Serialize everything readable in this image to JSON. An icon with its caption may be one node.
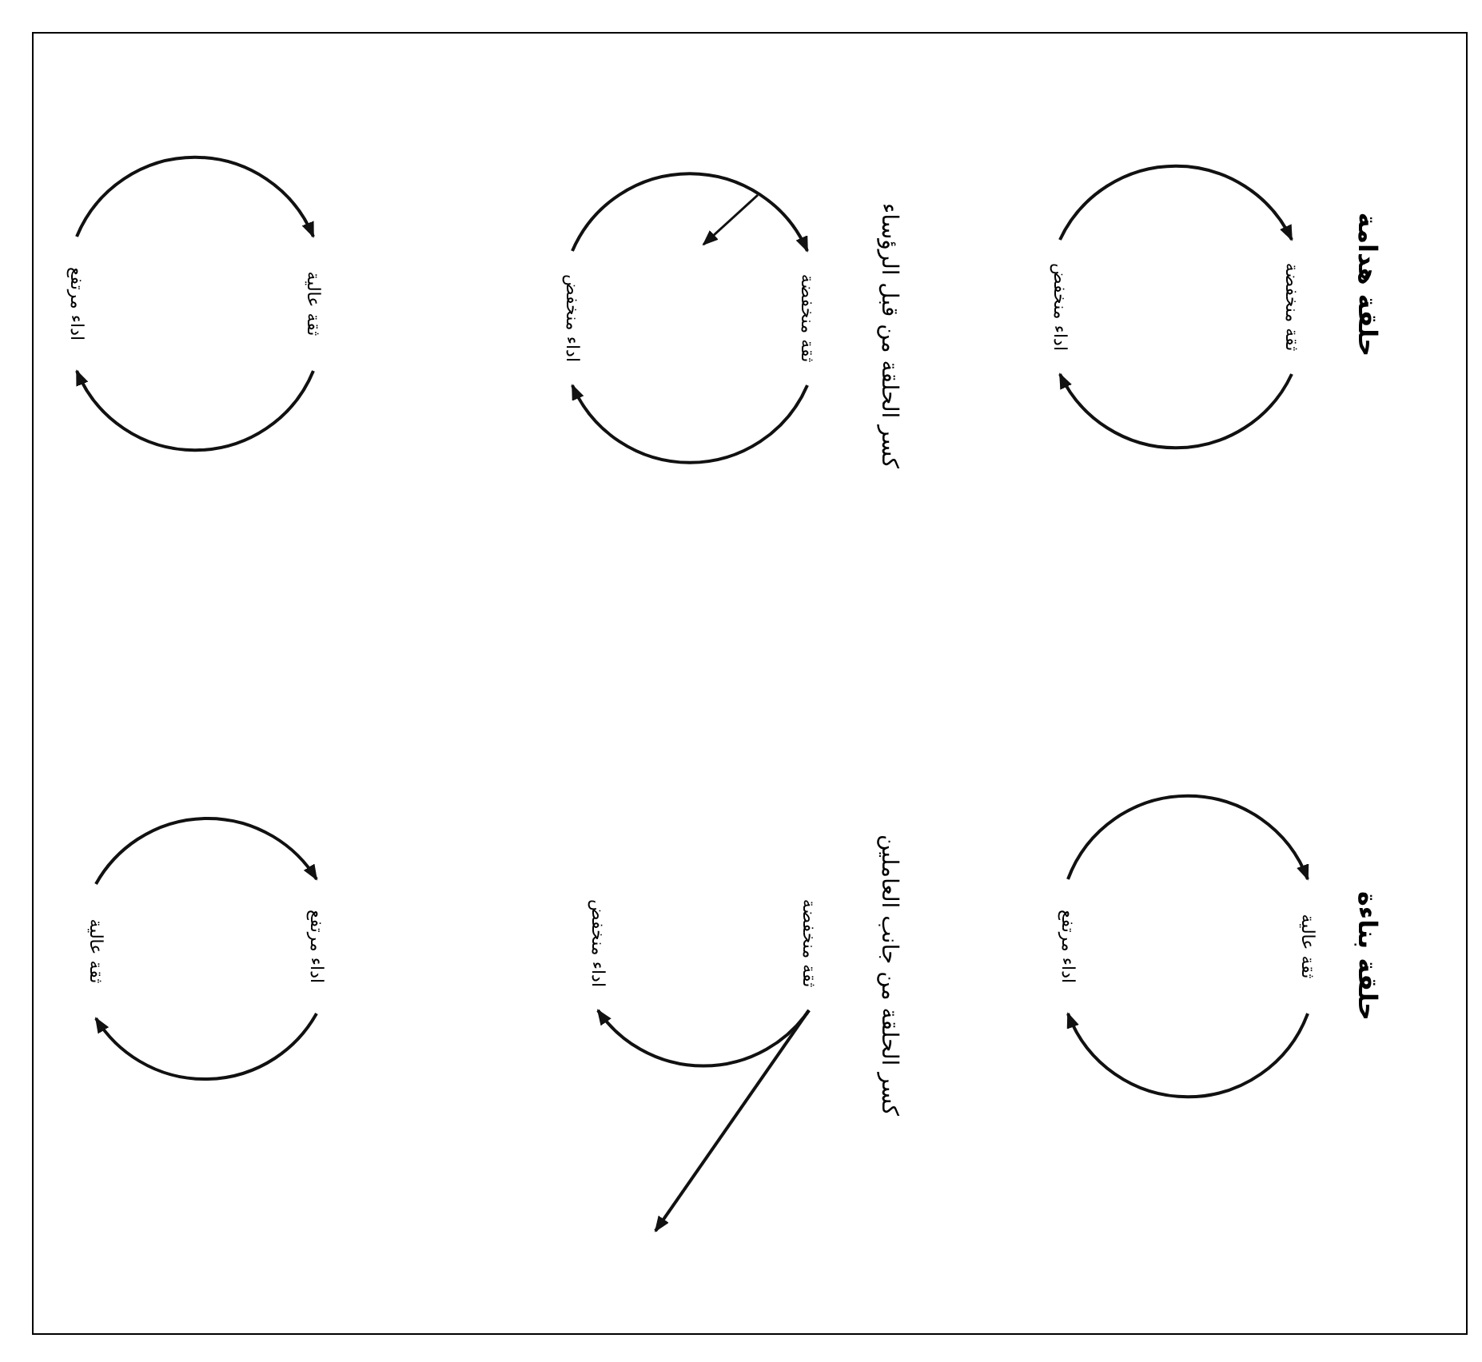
{
  "diagram": {
    "nodes": [
      {
        "text": [
          "ثقة منخفضة"
        ]
      },
      {
        "text": [
          "اداء منخفض"
        ]
      },
      {
        "text": [
          "ثقة منخفضة"
        ]
      },
      {
        "text": [
          "اداء منخفض"
        ]
      },
      {
        "text": [
          "ثقة عالية"
        ]
      },
      {
        "text": [
          "اداء مرتفع"
        ]
      },
      {
        "text": [
          "ثقة عالية"
        ]
      },
      {
        "text": [
          "اداء مرتفع"
        ]
      },
      {
        "text": [
          "ثقة منخفضة"
        ]
      },
      {
        "text": [
          "اداء منخفض"
        ]
      },
      {
        "text": [
          "اداء مرتفع"
        ]
      },
      {
        "text": [
          "ثقة عالية"
        ]
      }
    ],
    "edges": [
      {
        "from": 1,
        "to": 0,
        "arrow": "to"
      },
      {
        "from": 0,
        "to": 1,
        "arrow": "to"
      },
      {
        "from": 3,
        "to": 2,
        "arrow": "to"
      },
      {
        "from": 2,
        "to": 3,
        "arrow": "to"
      },
      {
        "from": 5,
        "to": 4,
        "arrow": "to"
      },
      {
        "from": 4,
        "to": 5,
        "arrow": "to"
      },
      {
        "from": 7,
        "to": 6,
        "arrow": "to"
      },
      {
        "from": 6,
        "to": 7,
        "arrow": "to"
      },
      {
        "from": 8,
        "to": 9,
        "arrow": "to"
      },
      {
        "from": 8,
        "to": null,
        "arrow": "to"
      },
      {
        "from": 11,
        "to": 10,
        "arrow": "to"
      },
      {
        "from": 10,
        "to": 11,
        "arrow": "to"
      }
    ],
    "labels": [
      "حلقة هدامة",
      "كسر الحلقة من قبل الرؤساء",
      "حلقة بناءة",
      "كسر الحلقة من جانب العاملين"
    ]
  }
}
